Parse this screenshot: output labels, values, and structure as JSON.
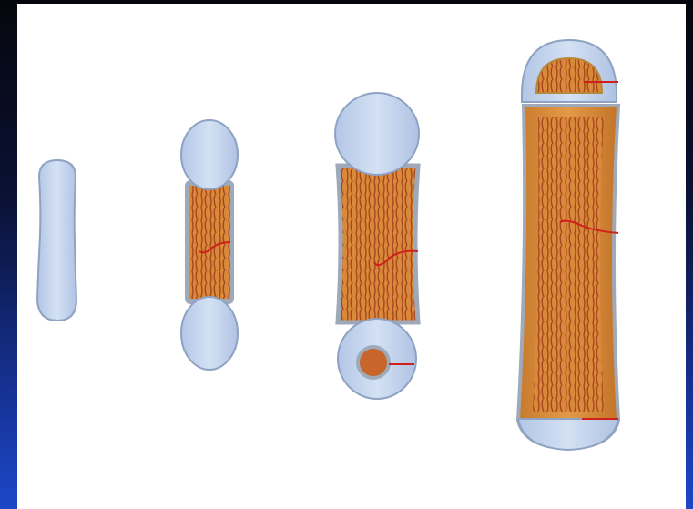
{
  "figure": {
    "description_stages": [
      "cartilage-model",
      "primary-ossification",
      "secondary-ossification",
      "mature-long-bone"
    ]
  },
  "colors": {
    "background_dark": "#05060c",
    "background_blue": "#1d47c9",
    "panel": "#ffffff",
    "cartilage": "#c6d6ee",
    "cartilage_outline": "#8ea2c2",
    "periosteum": "#9fa9b8",
    "bone_fill": "#d78a3a",
    "bone_outline": "#b58a3a",
    "trabecula": "#a8461e",
    "artery": "#d0201c"
  }
}
